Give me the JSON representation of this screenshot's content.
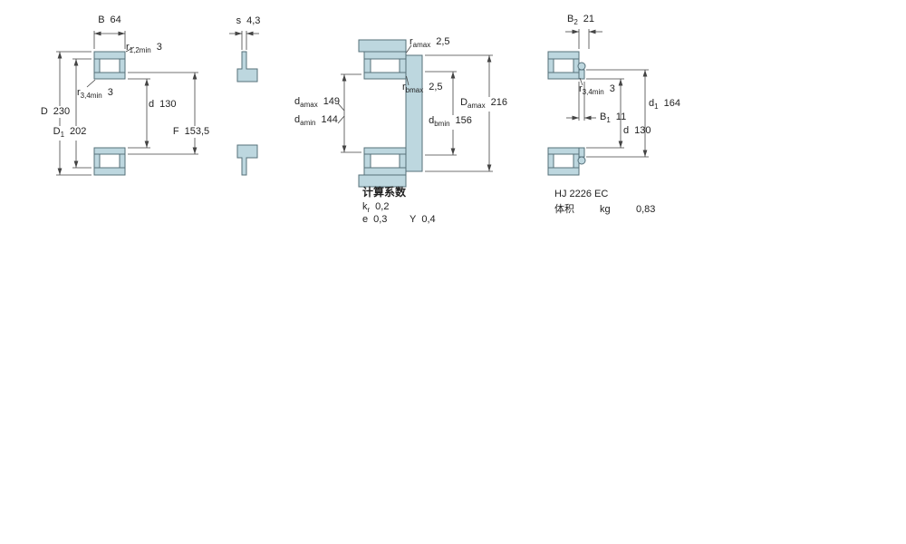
{
  "colors": {
    "section_fill": "#bdd7df",
    "outline": "#56707a",
    "dimension_line": "#444444",
    "text": "#222222"
  },
  "drawing1": {
    "description": "bearing cross-section with boundary dimensions",
    "B": {
      "main": "B",
      "value": "64"
    },
    "r12": {
      "main": "r",
      "sub": "1,2min",
      "value": "3"
    },
    "r34": {
      "main": "r",
      "sub": "3,4min",
      "value": "3"
    },
    "D": {
      "main": "D",
      "value": "230"
    },
    "D1": {
      "main": "D",
      "sub": "1",
      "value": "202"
    },
    "d": {
      "main": "d",
      "value": "130"
    },
    "F": {
      "main": "F",
      "value": "153,5"
    }
  },
  "drawing2": {
    "description": "angle ring cross-section",
    "s": {
      "main": "s",
      "value": "4,3"
    }
  },
  "drawing3": {
    "description": "mounted bearing with abutment dimensions",
    "ramax": {
      "main": "r",
      "sub": "amax",
      "value": "2,5"
    },
    "rbmax": {
      "main": "r",
      "sub": "bmax",
      "value": "2,5"
    },
    "damax": {
      "main": "d",
      "sub": "amax",
      "value": "149"
    },
    "damin": {
      "main": "d",
      "sub": "amin",
      "value": "144"
    },
    "Damax": {
      "main": "D",
      "sub": "amax",
      "value": "216"
    },
    "dbmin": {
      "main": "d",
      "sub": "bmin",
      "value": "156"
    }
  },
  "drawing4": {
    "description": "bearing with HJ angle ring",
    "B2": {
      "main": "B",
      "sub": "2",
      "value": "21"
    },
    "r34": {
      "main": "r",
      "sub": "3,4min",
      "value": "3"
    },
    "B1": {
      "main": "B",
      "sub": "1",
      "value": "11"
    },
    "d1": {
      "main": "d",
      "sub": "1",
      "value": "164"
    },
    "d": {
      "main": "d",
      "value": "130"
    }
  },
  "factors": {
    "title": "计算系数",
    "kr": {
      "main": "k",
      "sub": "r",
      "value": "0,2"
    },
    "e": {
      "main": "e",
      "value": "0,3"
    },
    "Y": {
      "main": "Y",
      "value": "0,4"
    }
  },
  "product": {
    "designation": "HJ 2226 EC",
    "mass_label": "体积",
    "mass_unit": "kg",
    "mass_value": "0,83"
  }
}
